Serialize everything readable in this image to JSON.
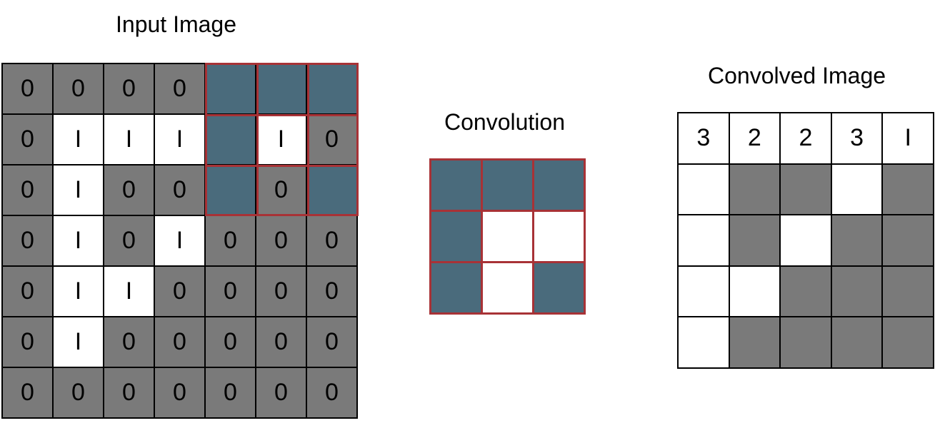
{
  "input": {
    "title": "Input Image",
    "cells": [
      [
        "0",
        "0",
        "0",
        "0",
        "",
        "",
        ""
      ],
      [
        "0",
        "I",
        "I",
        "I",
        "",
        "I",
        "0"
      ],
      [
        "0",
        "I",
        "0",
        "0",
        "",
        "0",
        ""
      ],
      [
        "0",
        "I",
        "0",
        "I",
        "0",
        "0",
        "0"
      ],
      [
        "0",
        "I",
        "I",
        "0",
        "0",
        "0",
        "0"
      ],
      [
        "0",
        "I",
        "0",
        "0",
        "0",
        "0",
        "0"
      ],
      [
        "0",
        "0",
        "0",
        "0",
        "0",
        "0",
        "0"
      ]
    ],
    "fill": [
      [
        "g",
        "g",
        "g",
        "g",
        "t",
        "t",
        "t"
      ],
      [
        "g",
        "w",
        "w",
        "w",
        "t",
        "w",
        "g"
      ],
      [
        "g",
        "w",
        "g",
        "g",
        "t",
        "g",
        "t"
      ],
      [
        "g",
        "w",
        "g",
        "w",
        "g",
        "g",
        "g"
      ],
      [
        "g",
        "w",
        "w",
        "g",
        "g",
        "g",
        "g"
      ],
      [
        "g",
        "w",
        "g",
        "g",
        "g",
        "g",
        "g"
      ],
      [
        "g",
        "g",
        "g",
        "g",
        "g",
        "g",
        "g"
      ]
    ]
  },
  "kernel": {
    "title": "Convolution",
    "fill": [
      [
        "t",
        "t",
        "t"
      ],
      [
        "t",
        "w",
        "w"
      ],
      [
        "t",
        "w",
        "t"
      ]
    ]
  },
  "output": {
    "title": "Convolved Image",
    "header": [
      "3",
      "2",
      "2",
      "3",
      "I"
    ],
    "fill": [
      [
        "w",
        "g",
        "g",
        "w",
        "g"
      ],
      [
        "w",
        "g",
        "w",
        "g",
        "g"
      ],
      [
        "w",
        "w",
        "g",
        "g",
        "g"
      ],
      [
        "w",
        "g",
        "g",
        "g",
        "g"
      ]
    ]
  },
  "colors": {
    "gray": "#7a7a7a",
    "teal": "#4a6b7c",
    "highlight": "#a83236",
    "white": "#ffffff"
  }
}
